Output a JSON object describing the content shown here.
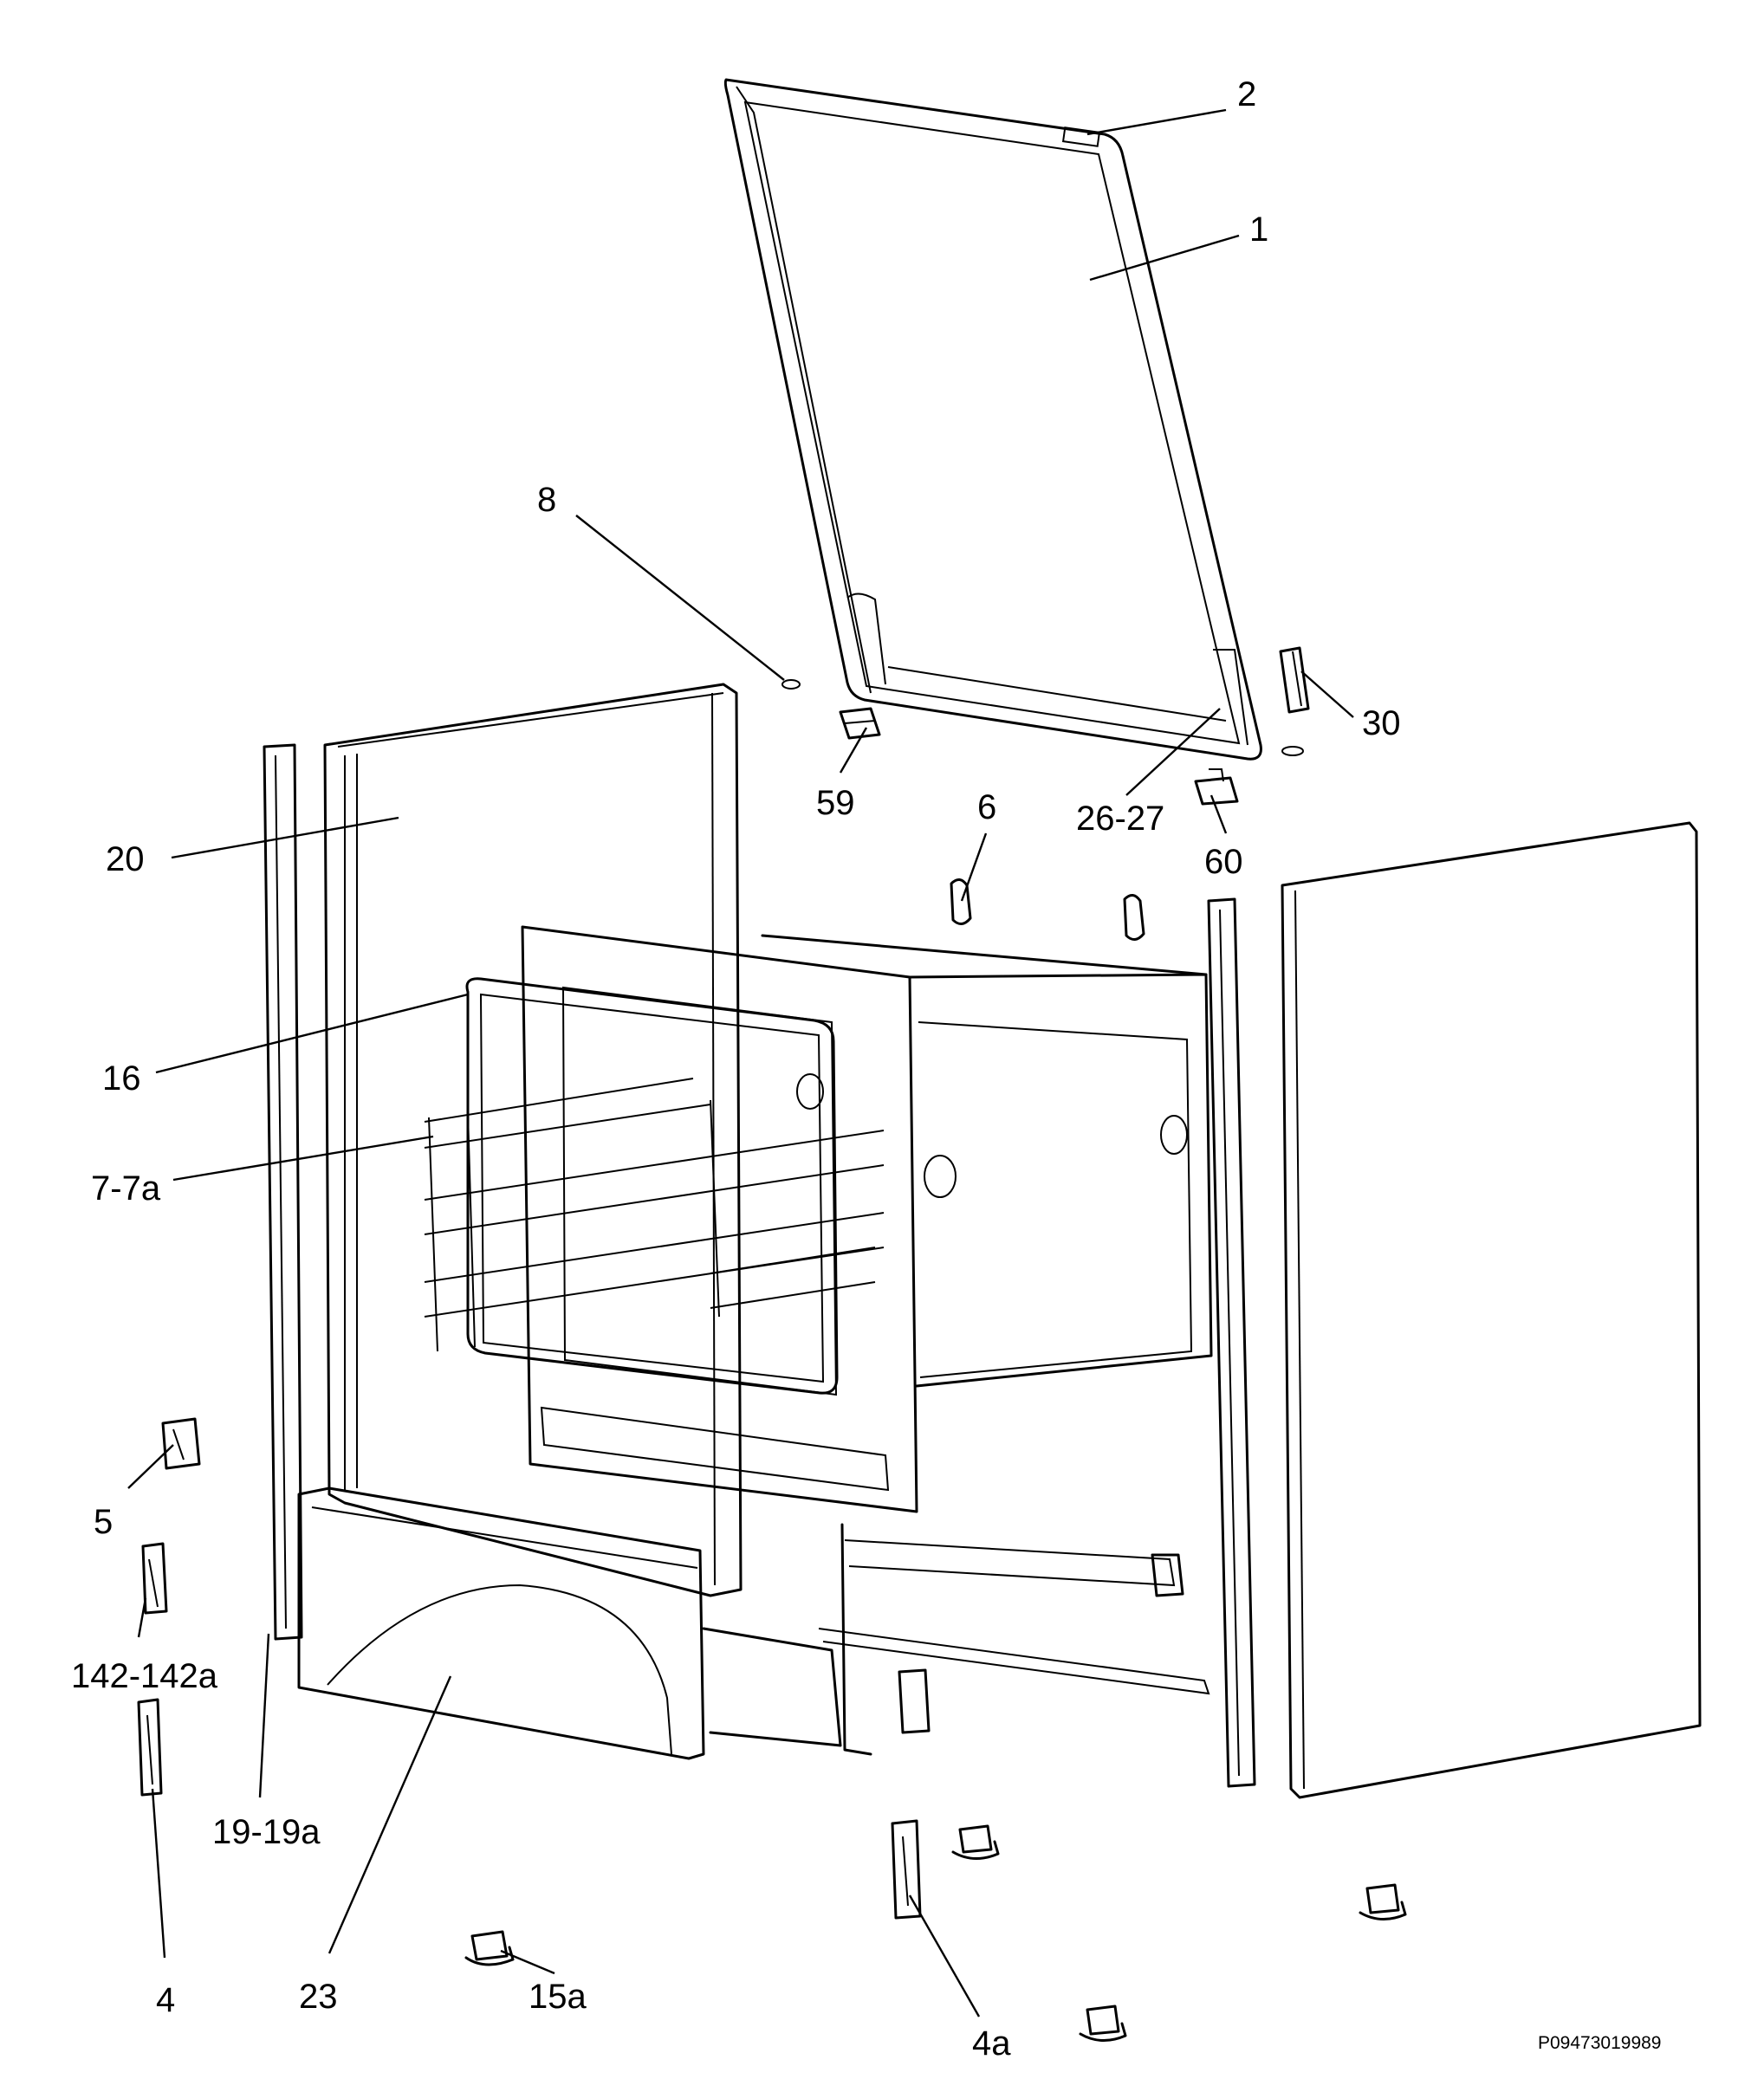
{
  "diagram_code": "P09473019989",
  "callouts": [
    {
      "id": "c-2",
      "text": "2"
    },
    {
      "id": "c-1",
      "text": "1"
    },
    {
      "id": "c-8",
      "text": "8"
    },
    {
      "id": "c-30",
      "text": "30"
    },
    {
      "id": "c-59",
      "text": "59"
    },
    {
      "id": "c-6",
      "text": "6"
    },
    {
      "id": "c-26-27",
      "text": "26-27"
    },
    {
      "id": "c-60",
      "text": "60"
    },
    {
      "id": "c-20",
      "text": "20"
    },
    {
      "id": "c-16",
      "text": "16"
    },
    {
      "id": "c-7-7a",
      "text": "7-7a"
    },
    {
      "id": "c-5",
      "text": "5"
    },
    {
      "id": "c-142-142a",
      "text": "142-142a"
    },
    {
      "id": "c-19-19a",
      "text": "19-19a"
    },
    {
      "id": "c-23",
      "text": "23"
    },
    {
      "id": "c-4",
      "text": "4"
    },
    {
      "id": "c-15a",
      "text": "15a"
    },
    {
      "id": "c-4a",
      "text": "4a"
    }
  ]
}
